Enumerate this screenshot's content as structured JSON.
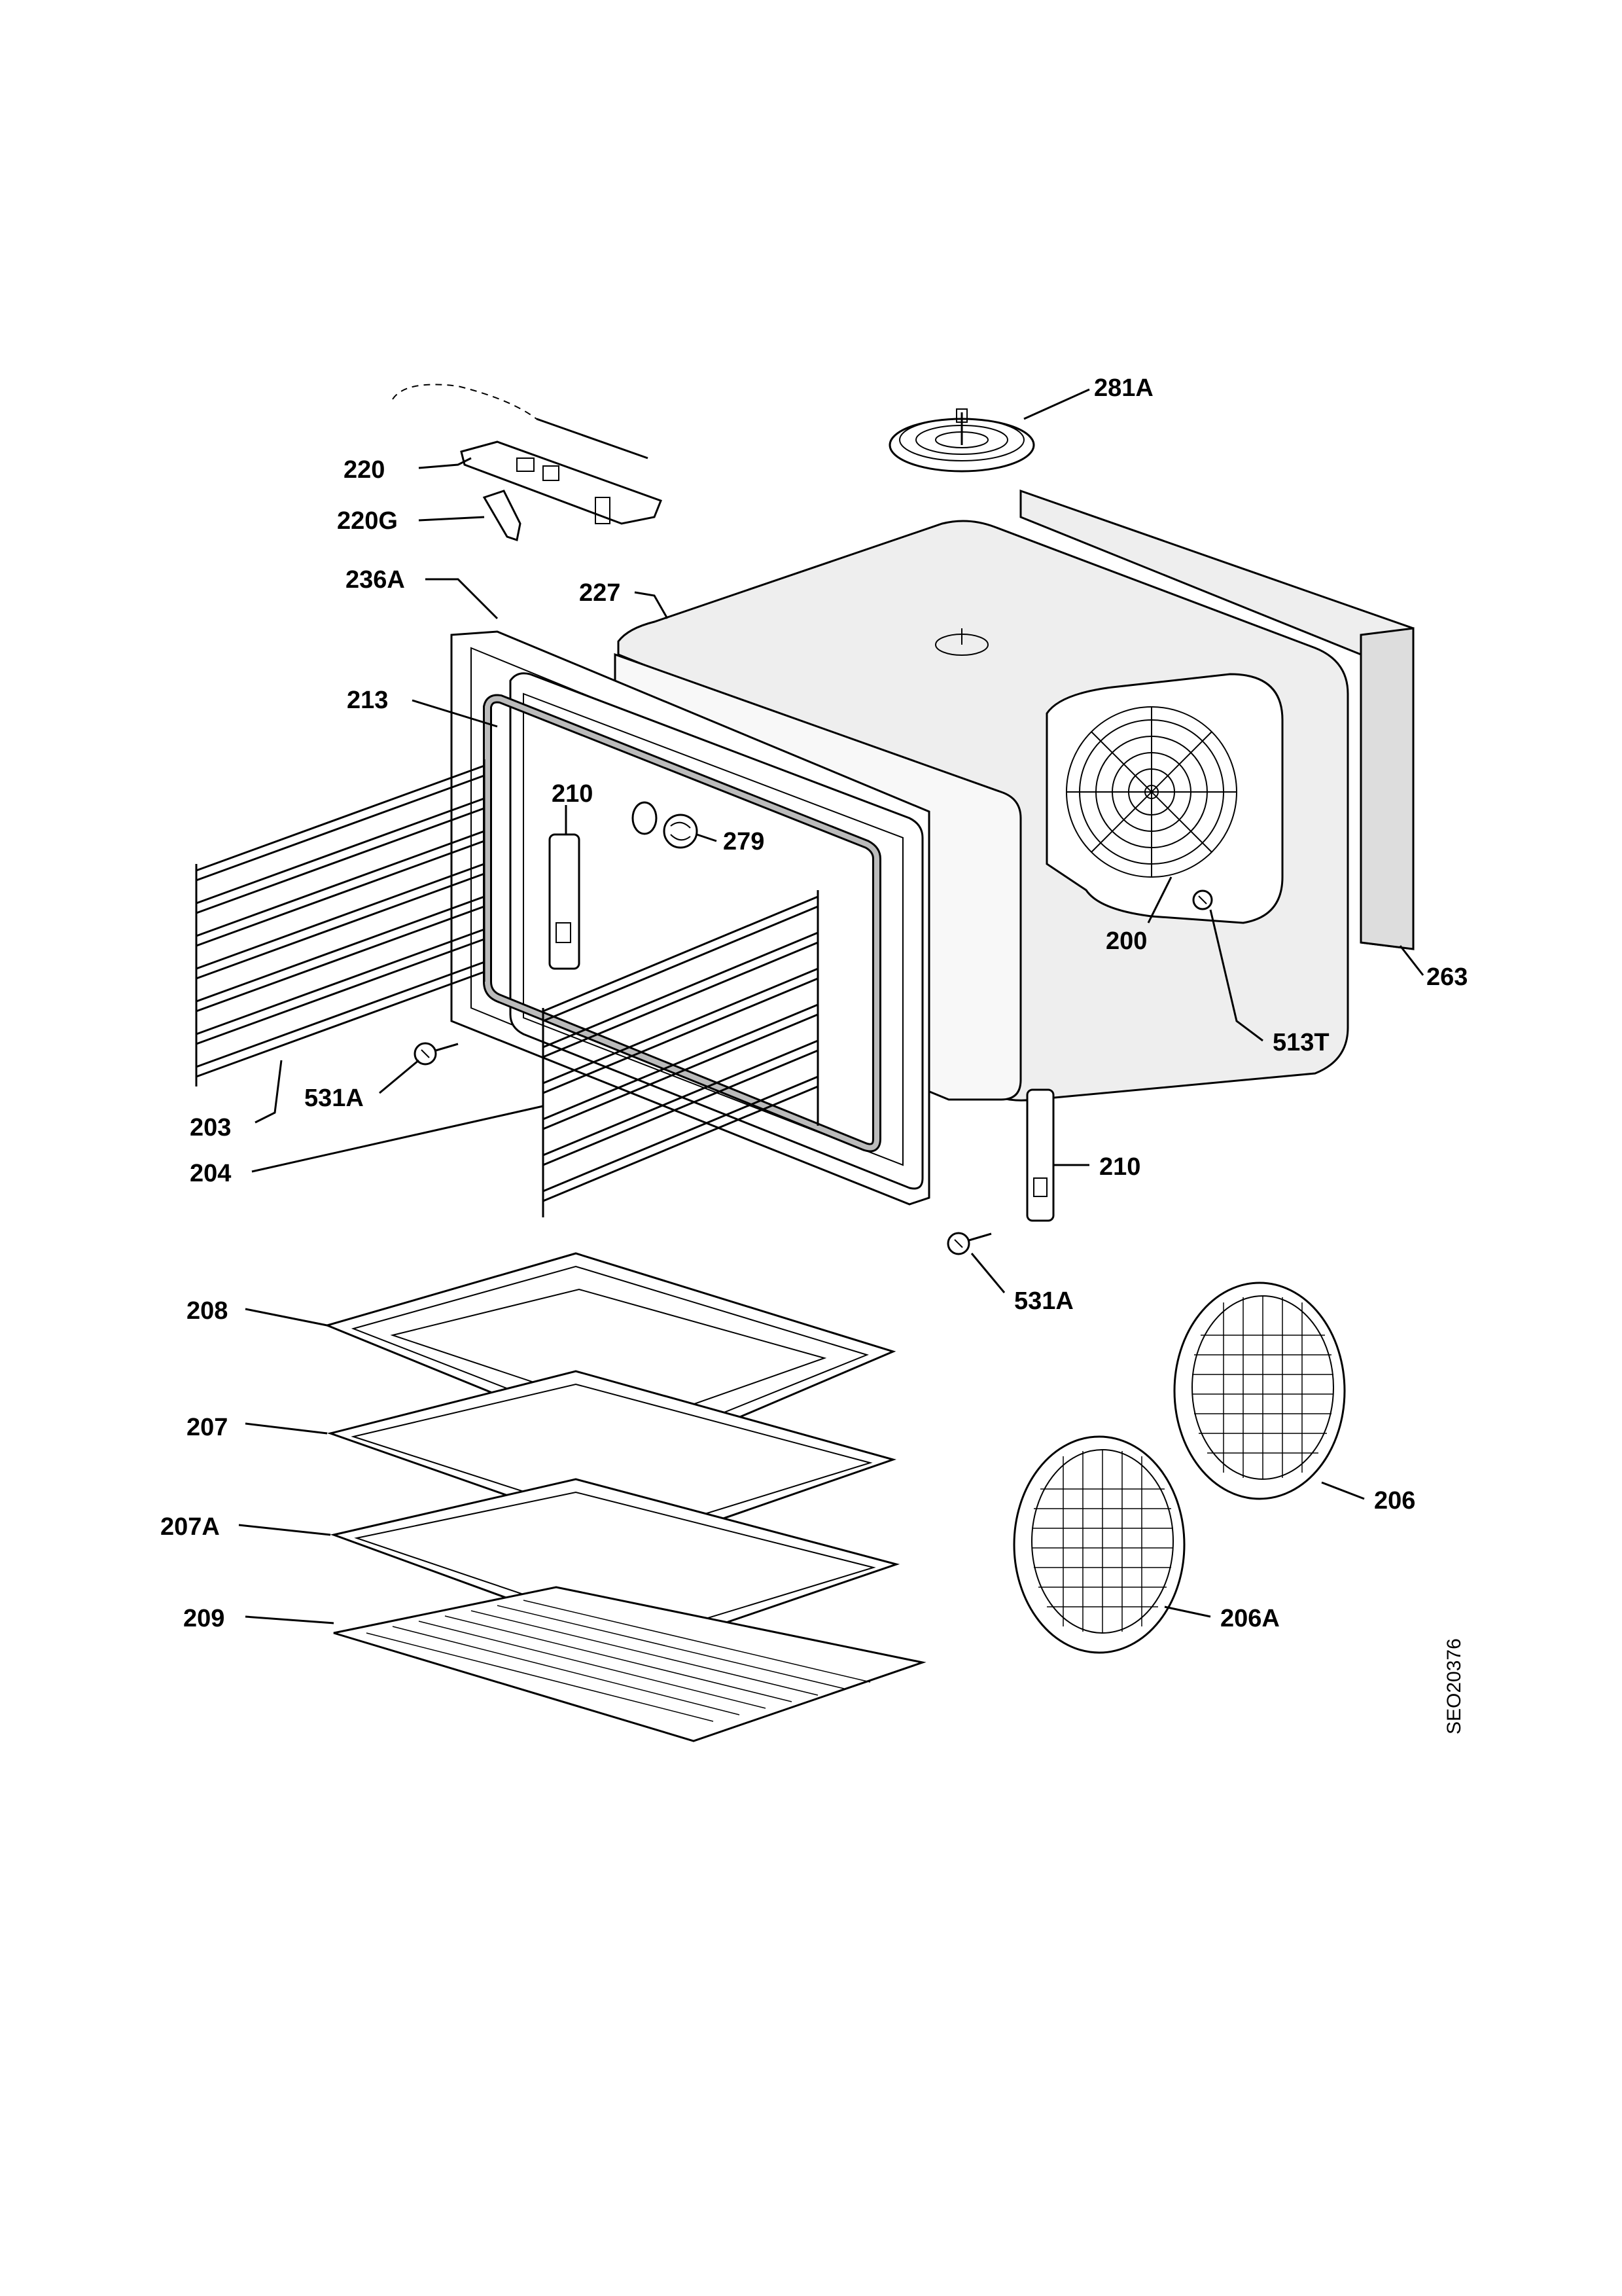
{
  "diagram": {
    "drawing_code": "SEO20376",
    "parts": {
      "p281A": "281A",
      "p220": "220",
      "p220G": "220G",
      "p236A": "236A",
      "p227": "227",
      "p213": "213",
      "p210a": "210",
      "p279": "279",
      "p200": "200",
      "p263": "263",
      "p513T": "513T",
      "p531Aa": "531A",
      "p203": "203",
      "p204": "204",
      "p210b": "210",
      "p531Ab": "531A",
      "p208": "208",
      "p207": "207",
      "p207A": "207A",
      "p209": "209",
      "p206": "206",
      "p206A": "206A"
    }
  }
}
